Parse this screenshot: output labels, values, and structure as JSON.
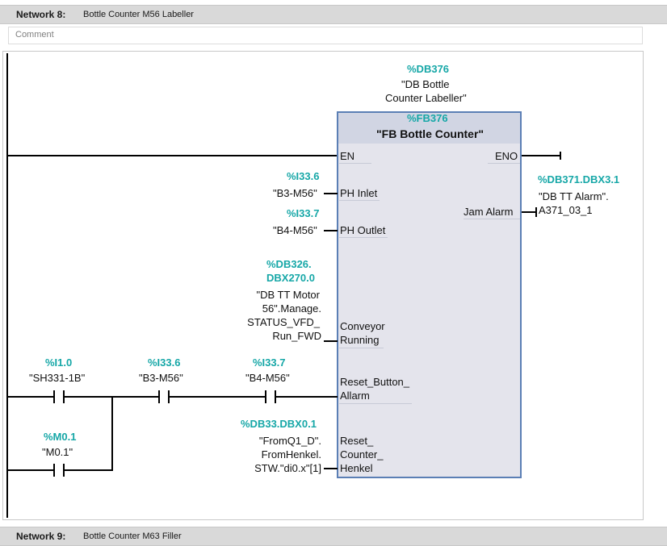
{
  "network8": {
    "number": "Network 8:",
    "title": "Bottle Counter M56 Labeller",
    "comment": "Comment"
  },
  "network9": {
    "number": "Network 9:",
    "title": "Bottle Counter M63 Filler"
  },
  "instance": {
    "addr": "%DB376",
    "name_line1": "\"DB Bottle",
    "name_line2": "Counter Labeller\""
  },
  "block": {
    "addr": "%FB376",
    "name": "\"FB Bottle Counter\""
  },
  "pins": {
    "en": "EN",
    "eno": "ENO",
    "ph_inlet": "PH Inlet",
    "ph_outlet": "PH Outlet",
    "conveyor_l1": "Conveyor",
    "conveyor_l2": "Running",
    "reset_btn_l1": "Reset_Button_",
    "reset_btn_l2": "Allarm",
    "reset_cnt_l1": "Reset_",
    "reset_cnt_l2": "Counter_",
    "reset_cnt_l3": "Henkel",
    "jam_alarm": "Jam Alarm"
  },
  "params": {
    "ph_inlet": {
      "addr": "%I33.6",
      "symbol": "\"B3-M56\""
    },
    "ph_outlet": {
      "addr": "%I33.7",
      "symbol": "\"B4-M56\""
    },
    "conveyor": {
      "addr_l1": "%DB326.",
      "addr_l2": "DBX270.0",
      "sym_l1": "\"DB TT Motor",
      "sym_l2": "56\".Manage.",
      "sym_l3": "STATUS_VFD_",
      "sym_l4": "Run_FWD"
    },
    "reset_cnt": {
      "addr": "%DB33.DBX0.1",
      "sym_l1": "\"FromQ1_D\".",
      "sym_l2": "FromHenkel.",
      "sym_l3": "STW.\"di0.x\"[1]"
    },
    "jam_alarm": {
      "addr": "%DB371.DBX3.1",
      "sym_l1": "\"DB TT Alarm\".",
      "sym_l2": "A371_03_1"
    }
  },
  "contacts": {
    "c1": {
      "addr": "%I1.0",
      "symbol": "\"SH331-1B\""
    },
    "c2": {
      "addr": "%I33.6",
      "symbol": "\"B3-M56\""
    },
    "c3": {
      "addr": "%I33.7",
      "symbol": "\"B4-M56\""
    },
    "c4": {
      "addr": "%M0.1",
      "symbol": "\"M0.1\""
    }
  }
}
